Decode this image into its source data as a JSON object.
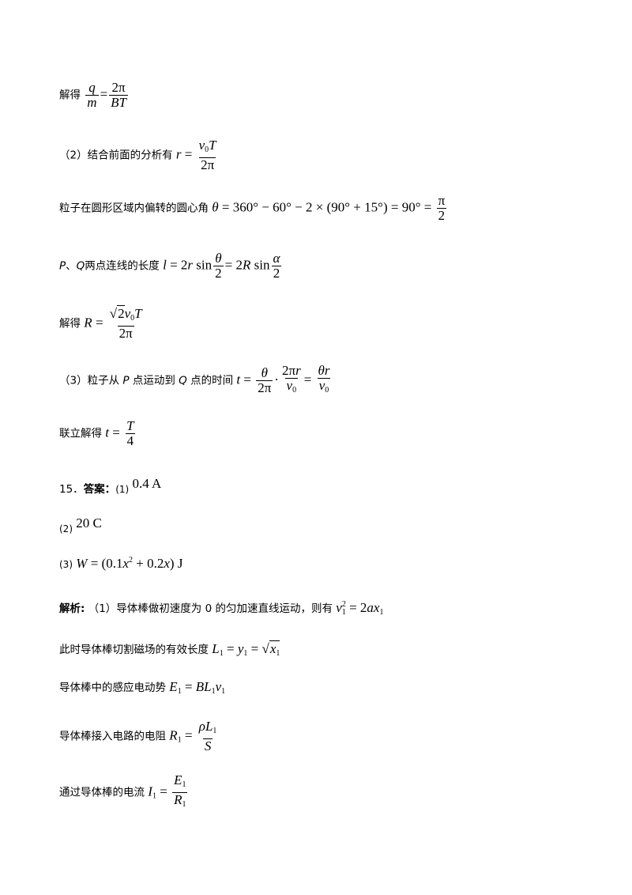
{
  "lines": {
    "l1_label": "解得",
    "l2_label": "（2）结合前面的分析有",
    "l3_label": "粒子在圆形区域内偏转的圆心角",
    "l4_p": "P",
    "l4_sep": "、",
    "l4_q": "Q",
    "l4_label": "两点连线的长度",
    "l5_label": "解得",
    "l6_a": "（3）粒子从",
    "l6_p": "P",
    "l6_b": "点运动到",
    "l6_q": "Q",
    "l6_c": "点的时间",
    "l7_label": "联立解得",
    "l8_num": "15．",
    "l8_ans": "答案：",
    "l8_part": "(1)",
    "l8_val": "0.4 A",
    "l9_part": "(2)",
    "l9_val": "20 C",
    "l10_part": "(3)",
    "l11_jx": "解析:",
    "l11_text": "（1）导体棒做初速度为 0 的匀加速直线运动，则有",
    "l12_label": "此时导体棒切割磁场的有效长度",
    "l13_label": "导体棒中的感应电动势",
    "l14_label": "导体棒接入电路的电阻",
    "l15_label": "通过导体棒的电流"
  }
}
